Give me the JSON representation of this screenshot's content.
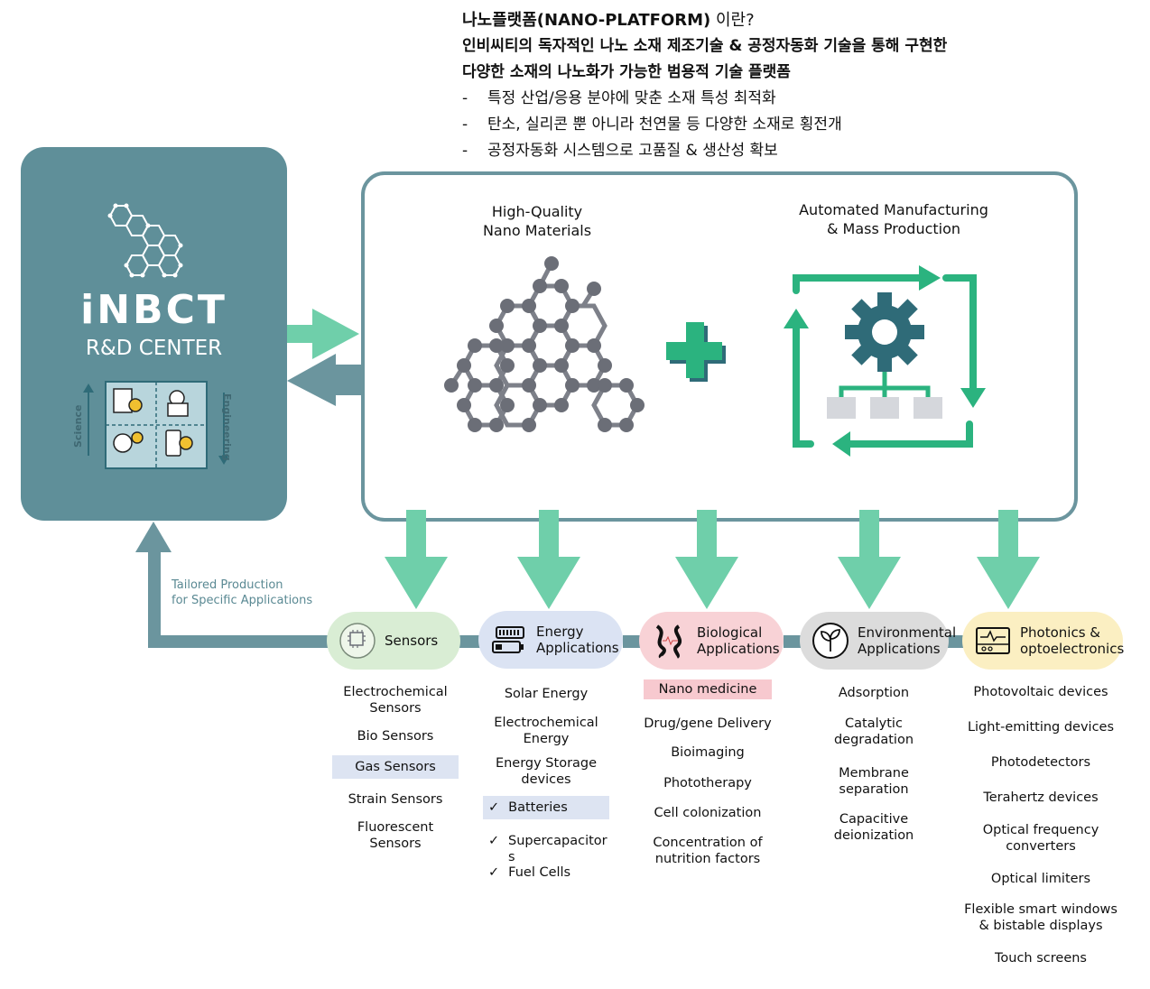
{
  "intro": {
    "title": "나노플랫폼(NANO-PLATFORM)",
    "title_suffix": " 이란?",
    "line1": "인비씨티의 독자적인 나노 소재 제조기술 & 공정자동화 기술을 통해 구현한",
    "line2": "다양한 소재의 나노화가 가능한 범용적 기술 플랫폼",
    "bullets": [
      "특정 산업/응용 분야에 맞춘 소재 특성 최적화",
      "탄소, 실리콘 뿐 아니라 천연물 등 다양한 소재로 횡전개",
      "공정자동화 시스템으로 고품질 & 생산성 확보"
    ]
  },
  "rd": {
    "brand": "iNBCT",
    "center": "R&D CENTER",
    "science": "Science",
    "engineering": "Engineering"
  },
  "platform": {
    "left_label_1": "High-Quality",
    "left_label_2": "Nano Materials",
    "right_label_1": "Automated Manufacturing",
    "right_label_2": "& Mass Production"
  },
  "feedback": {
    "line1": "Tailored Production",
    "line2": "for Specific Applications"
  },
  "colors": {
    "teal": "#5f8f99",
    "green": "#6fcfaa",
    "green_dark": "#2bb37f",
    "gear": "#2f6b78"
  },
  "categories": [
    {
      "name1": "Sensors",
      "name2": "",
      "color": "#d9edd4",
      "icon": "chip-head-icon",
      "items": [
        "Electrochemical\nSensors",
        "Bio Sensors",
        "Gas Sensors",
        "Strain Sensors",
        "Fluorescent\nSensors"
      ]
    },
    {
      "name1": "Energy",
      "name2": "Applications",
      "color": "#dbe3f3",
      "icon": "battery-icon",
      "items": [
        "Solar Energy",
        "Electrochemical\nEnergy",
        "Energy Storage\ndevices",
        "Batteries",
        "Supercapacitor\ns",
        "Fuel Cells"
      ]
    },
    {
      "name1": "Biological",
      "name2": "Applications",
      "color": "#f8d2d6",
      "icon": "dna-icon",
      "items": [
        "Nano medicine",
        "Drug/gene Delivery",
        "Bioimaging",
        "Phototherapy",
        "Cell colonization",
        "Concentration of\nnutrition factors"
      ]
    },
    {
      "name1": "Environmental",
      "name2": "Applications",
      "color": "#dcdcdc",
      "icon": "plant-icon",
      "items": [
        "Adsorption",
        "Catalytic\ndegradation",
        "Membrane\nseparation",
        "Capacitive\ndeionization"
      ]
    },
    {
      "name1": "Photonics &",
      "name2": "optoelectronics",
      "color": "#fbefc2",
      "icon": "oscilloscope-icon",
      "items": [
        "Photovoltaic devices",
        "Light-emitting devices",
        "Photodetectors",
        "Terahertz devices",
        "Optical frequency\nconverters",
        "Optical limiters",
        "Flexible smart windows\n& bistable displays",
        "Touch screens"
      ]
    },
    {
      "check": "✓"
    }
  ]
}
